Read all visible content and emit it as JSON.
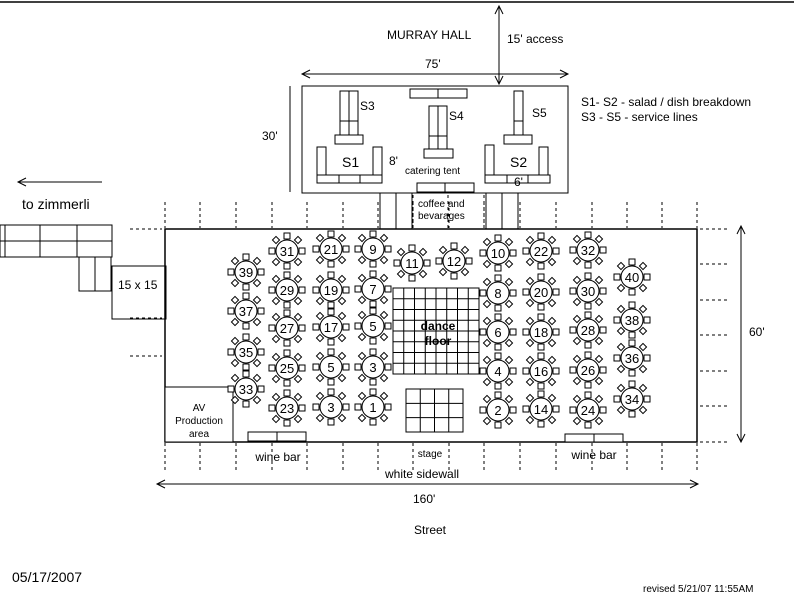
{
  "title": "MURRAY HALL",
  "dimensions": {
    "access": "15' access",
    "tent_width": "75'",
    "tent_depth": "30'",
    "main_depth": "60'",
    "main_width": "160'",
    "bar_len": "8'",
    "s2_len": "6'"
  },
  "legend": {
    "line1": "S1-  S2 - salad  / dish breakdown",
    "line2": "S3 - S5 - service lines"
  },
  "stations": {
    "s1": "S1",
    "s2": "S2",
    "s3": "S3",
    "s4": "S4",
    "s5": "S5"
  },
  "labels": {
    "catering_tent": "catering tent",
    "coffee_line1": "coffee and",
    "coffee_line2": "bevarages",
    "to_zimmerli": "to zimmerli",
    "tent_15x15": "15 x 15",
    "av_line1": "AV",
    "av_line2": "Production",
    "av_line3": "area",
    "dance_line1": "dance",
    "dance_line2": "floor",
    "stage": "stage",
    "wine_bar_left": "wine bar",
    "wine_bar_right": "wine bar",
    "white_sidewall": "white sidewall",
    "street": "Street",
    "date": "05/17/2007",
    "revised": "revised 5/21/07  11:55AM"
  },
  "tables": [
    {
      "n": "39",
      "col": 0,
      "row": 0
    },
    {
      "n": "37",
      "col": 0,
      "row": 1
    },
    {
      "n": "35",
      "col": 0,
      "row": 2
    },
    {
      "n": "33",
      "col": 0,
      "row": 3
    },
    {
      "n": "31",
      "col": 1,
      "row": 0
    },
    {
      "n": "29",
      "col": 1,
      "row": 1
    },
    {
      "n": "27",
      "col": 1,
      "row": 2
    },
    {
      "n": "25",
      "col": 1,
      "row": 3
    },
    {
      "n": "23",
      "col": 1,
      "row": 4
    },
    {
      "n": "21",
      "col": 2,
      "row": 0
    },
    {
      "n": "19",
      "col": 2,
      "row": 1
    },
    {
      "n": "17",
      "col": 2,
      "row": 2
    },
    {
      "n": "5",
      "col": 2,
      "row": 3
    },
    {
      "n": "3",
      "col": 2,
      "row": 4
    },
    {
      "n": "9",
      "col": 3,
      "row": 0
    },
    {
      "n": "7",
      "col": 3,
      "row": 1
    },
    {
      "n": "5",
      "col": 3,
      "row": 2
    },
    {
      "n": "3",
      "col": 3,
      "row": 3
    },
    {
      "n": "1",
      "col": 3,
      "row": 4
    },
    {
      "n": "11",
      "col": 4,
      "row": 0
    },
    {
      "n": "12",
      "col": 5,
      "row": 0
    },
    {
      "n": "10",
      "col": 6,
      "row": 0
    },
    {
      "n": "8",
      "col": 6,
      "row": 1
    },
    {
      "n": "6",
      "col": 6,
      "row": 2
    },
    {
      "n": "4",
      "col": 6,
      "row": 3
    },
    {
      "n": "2",
      "col": 6,
      "row": 4
    },
    {
      "n": "22",
      "col": 7,
      "row": 0
    },
    {
      "n": "20",
      "col": 7,
      "row": 1
    },
    {
      "n": "18",
      "col": 7,
      "row": 2
    },
    {
      "n": "16",
      "col": 7,
      "row": 3
    },
    {
      "n": "14",
      "col": 7,
      "row": 4
    },
    {
      "n": "32",
      "col": 8,
      "row": 0
    },
    {
      "n": "30",
      "col": 8,
      "row": 1
    },
    {
      "n": "28",
      "col": 8,
      "row": 2
    },
    {
      "n": "26",
      "col": 8,
      "row": 3
    },
    {
      "n": "24",
      "col": 8,
      "row": 4
    },
    {
      "n": "40",
      "col": 9,
      "row": 0
    },
    {
      "n": "38",
      "col": 9,
      "row": 1
    },
    {
      "n": "36",
      "col": 9,
      "row": 2
    },
    {
      "n": "34",
      "col": 9,
      "row": 3
    }
  ]
}
